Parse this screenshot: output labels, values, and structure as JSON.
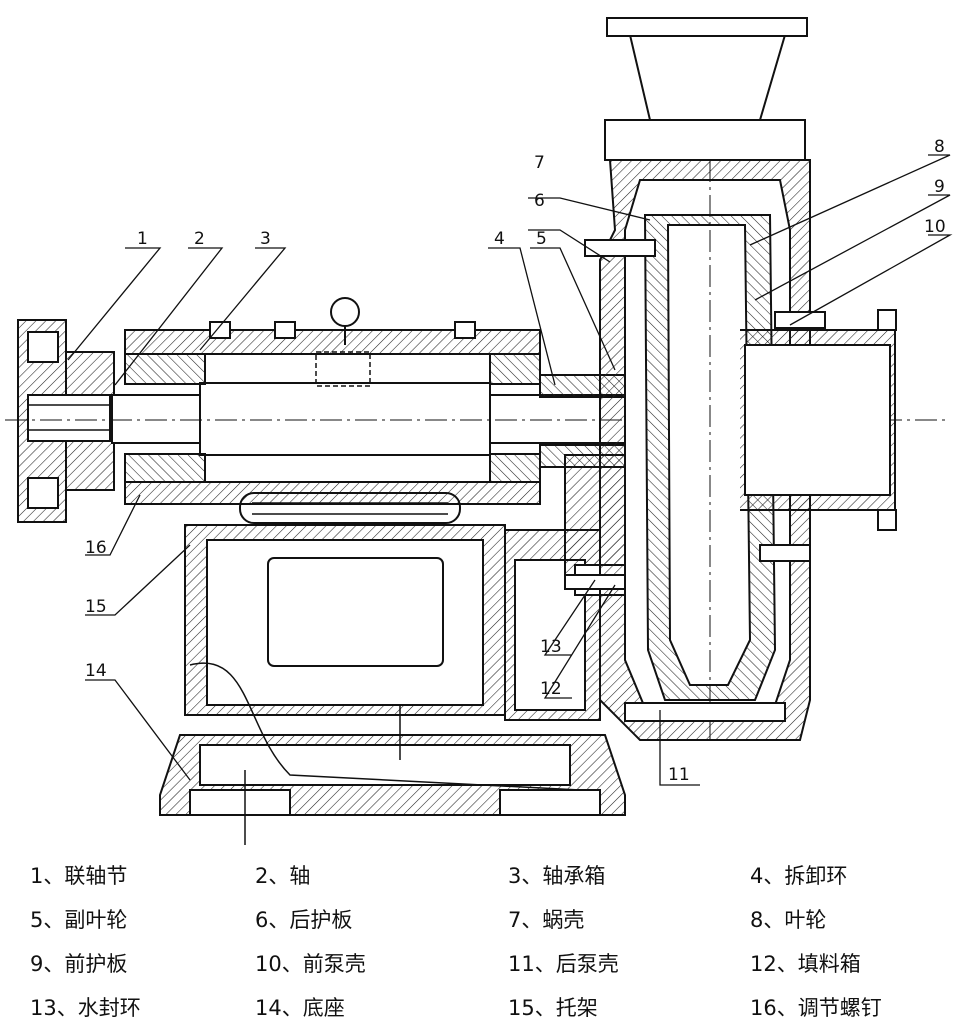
{
  "callouts": [
    "1",
    "2",
    "3",
    "4",
    "5",
    "6",
    "7",
    "8",
    "9",
    "10",
    "11",
    "12",
    "13",
    "14",
    "15",
    "16"
  ],
  "legend": [
    "1、联轴节",
    "2、轴",
    "3、轴承箱",
    "4、拆卸环",
    "5、副叶轮",
    "6、后护板",
    "7、蜗壳",
    "8、叶轮",
    "9、前护板",
    "10、前泵壳",
    "11、后泵壳",
    "12、填料箱",
    "13、水封环",
    "14、底座",
    "15、托架",
    "16、调节螺钉"
  ]
}
